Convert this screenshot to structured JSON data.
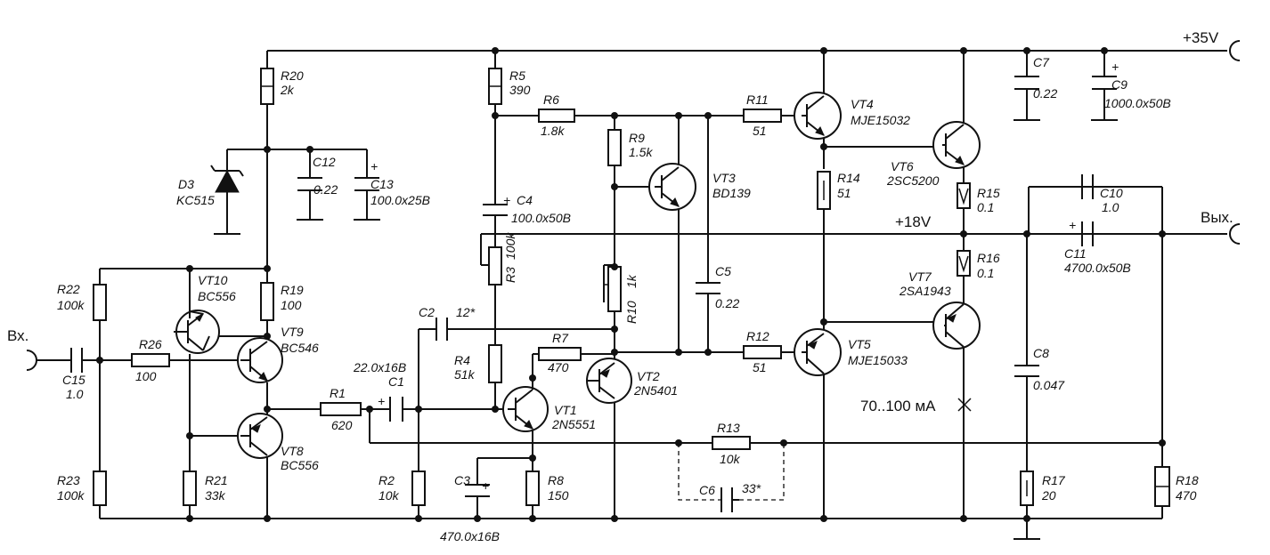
{
  "rails": {
    "plus35": "+35V",
    "plus18": "+18V"
  },
  "io": {
    "input": "Вх.",
    "output": "Вых."
  },
  "resistors": {
    "R1": {
      "name": "R1",
      "value": "620"
    },
    "R2": {
      "name": "R2",
      "value": "10k"
    },
    "R3": {
      "name": "R3",
      "value": "100k"
    },
    "R4": {
      "name": "R4",
      "value": "51k"
    },
    "R5": {
      "name": "R5",
      "value": "390"
    },
    "R6": {
      "name": "R6",
      "value": "1.8k"
    },
    "R7": {
      "name": "R7",
      "value": "470"
    },
    "R8": {
      "name": "R8",
      "value": "150"
    },
    "R9": {
      "name": "R9",
      "value": "1.5k"
    },
    "R10": {
      "name": "R10",
      "value": "1k"
    },
    "R11": {
      "name": "R11",
      "value": "51"
    },
    "R12": {
      "name": "R12",
      "value": "51"
    },
    "R13": {
      "name": "R13",
      "value": "10k"
    },
    "R14": {
      "name": "R14",
      "value": "51"
    },
    "R15": {
      "name": "R15",
      "value": "0.1"
    },
    "R16": {
      "name": "R16",
      "value": "0.1"
    },
    "R17": {
      "name": "R17",
      "value": "20"
    },
    "R18": {
      "name": "R18",
      "value": "470"
    },
    "R19": {
      "name": "R19",
      "value": "100"
    },
    "R20": {
      "name": "R20",
      "value": "2k"
    },
    "R21": {
      "name": "R21",
      "value": "33k"
    },
    "R22": {
      "name": "R22",
      "value": "100k"
    },
    "R23": {
      "name": "R23",
      "value": "100k"
    },
    "R26": {
      "name": "R26",
      "value": "100"
    }
  },
  "capacitors": {
    "C1": {
      "name": "C1",
      "value": "22.0x16B"
    },
    "C2": {
      "name": "C2",
      "value": "12*"
    },
    "C3": {
      "name": "C3",
      "value": "470.0x16B"
    },
    "C4": {
      "name": "C4",
      "value": "100.0x50B"
    },
    "C5": {
      "name": "C5",
      "value": "0.22"
    },
    "C6": {
      "name": "C6",
      "value": "33*"
    },
    "C7": {
      "name": "C7",
      "value": "0.22"
    },
    "C8": {
      "name": "C8",
      "value": "0.047"
    },
    "C9": {
      "name": "C9",
      "value": "1000.0x50B"
    },
    "C10": {
      "name": "C10",
      "value": "1.0"
    },
    "C11": {
      "name": "C11",
      "value": "4700.0x50B"
    },
    "C12": {
      "name": "C12",
      "value": "0.22"
    },
    "C13": {
      "name": "C13",
      "value": "100.0x25B"
    },
    "C15": {
      "name": "C15",
      "value": "1.0"
    }
  },
  "transistors": {
    "VT1": {
      "name": "VT1",
      "part": "2N5551"
    },
    "VT2": {
      "name": "VT2",
      "part": "2N5401"
    },
    "VT3": {
      "name": "VT3",
      "part": "BD139"
    },
    "VT4": {
      "name": "VT4",
      "part": "MJE15032"
    },
    "VT5": {
      "name": "VT5",
      "part": "MJE15033"
    },
    "VT6": {
      "name": "VT6",
      "part": "2SC5200"
    },
    "VT7": {
      "name": "VT7",
      "part": "2SA1943"
    },
    "VT8": {
      "name": "VT8",
      "part": "BC556"
    },
    "VT9": {
      "name": "VT9",
      "part": "BC546"
    },
    "VT10": {
      "name": "VT10",
      "part": "BC556"
    }
  },
  "diodes": {
    "D3": {
      "name": "D3",
      "part": "KC515"
    }
  },
  "annotations": {
    "bias_current": "70..100 мА",
    "plus_sign": "+"
  }
}
